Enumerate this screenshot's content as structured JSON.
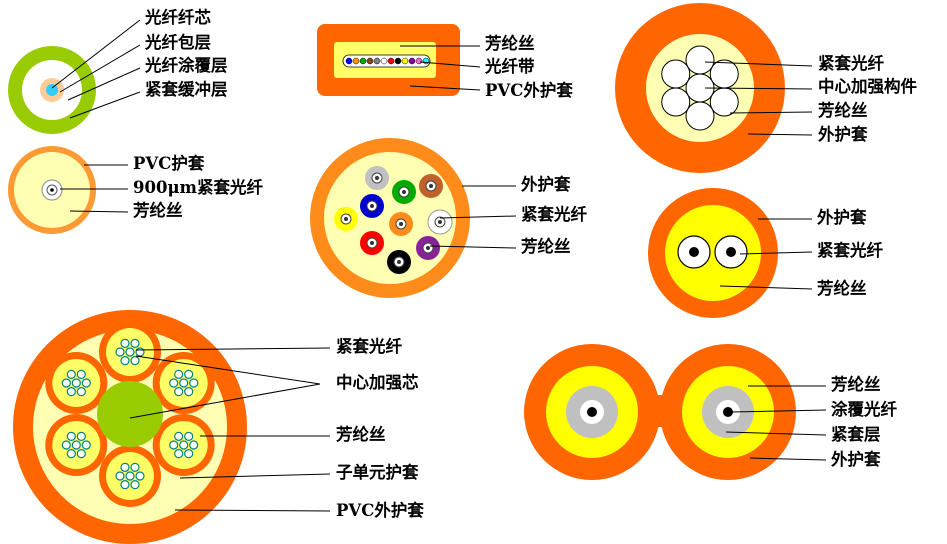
{
  "diagram1": {
    "labels": [
      "光纤纤芯",
      "光纤包层",
      "光纤涂覆层",
      "紧套缓冲层"
    ]
  },
  "diagram2": {
    "labels": [
      "芳纶丝",
      "光纤带",
      "PVC外护套"
    ]
  },
  "diagram3": {
    "labels": [
      "紧套光纤",
      "中心加强构件",
      "芳纶丝",
      "外护套"
    ]
  },
  "diagram4": {
    "labels": [
      "PVC护套",
      "900μm紧套光纤",
      "芳纶丝"
    ]
  },
  "diagram5": {
    "labels": [
      "外护套",
      "紧套光纤",
      "芳纶丝"
    ]
  },
  "diagram6": {
    "labels": [
      "外护套",
      "紧套光纤",
      "芳纶丝"
    ]
  },
  "diagram7": {
    "labels": [
      "紧套光纤",
      "中心加强芯",
      "芳纶丝",
      "子单元护套",
      "PVC外护套"
    ]
  },
  "diagram8": {
    "labels": [
      "芳纶丝",
      "涂覆光纤",
      "紧套层",
      "外护套"
    ]
  },
  "colors": {
    "orange": "#ff6600",
    "light_orange": "#ff9933",
    "yellow": "#ffff00",
    "cream": "#ffffb3",
    "green": "#99cc00",
    "gray": "#c0c0c0"
  }
}
